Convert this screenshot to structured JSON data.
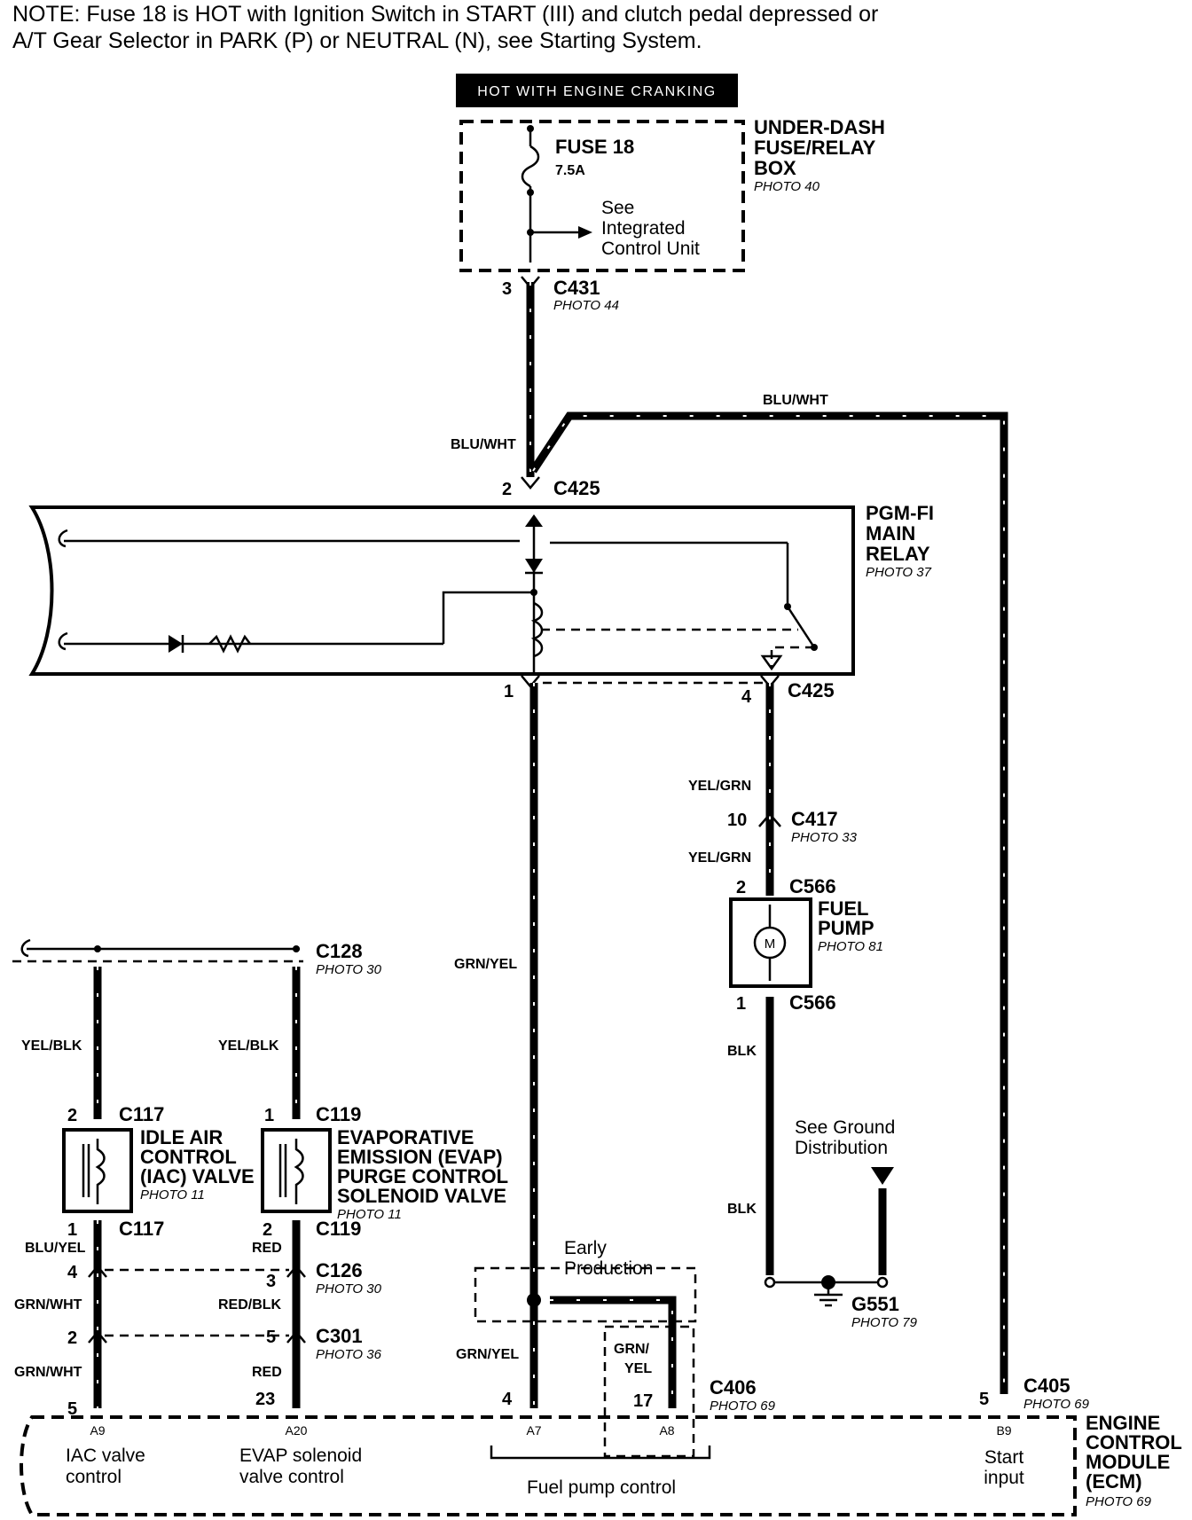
{
  "note": {
    "line1": "NOTE: Fuse 18 is HOT with Ignition Switch in START (III) and clutch pedal depressed or",
    "line2": "A/T Gear Selector in PARK (P) or NEUTRAL (N), see Starting System."
  },
  "header": "HOT WITH ENGINE CRANKING",
  "fuse_box": {
    "name": [
      "UNDER-DASH",
      "FUSE/RELAY",
      "BOX"
    ],
    "photo": "PHOTO 40",
    "fuse_label": "FUSE 18",
    "fuse_rating": "7.5A",
    "see_text": [
      "See",
      "Integrated",
      "Control Unit"
    ]
  },
  "c431": {
    "pin": "3",
    "name": "C431",
    "photo": "PHOTO 44"
  },
  "wire_blu_wht_1": "BLU/WHT",
  "wire_blu_wht_2": "BLU/WHT",
  "c425_top": {
    "pin": "2",
    "name": "C425"
  },
  "main_relay": {
    "name": [
      "PGM-FI",
      "MAIN",
      "RELAY"
    ],
    "photo": "PHOTO 37"
  },
  "c425_bottom": {
    "pin_left": "1",
    "pin_right": "4",
    "name": "C425"
  },
  "wire_yel_grn_1": "YEL/GRN",
  "c417": {
    "pin": "10",
    "name": "C417",
    "photo": "PHOTO 33"
  },
  "wire_yel_grn_2": "YEL/GRN",
  "c566_top": {
    "pin": "2",
    "name": "C566"
  },
  "fuel_pump": {
    "name": [
      "FUEL",
      "PUMP"
    ],
    "photo": "PHOTO 81",
    "motor_symbol": "M"
  },
  "c566_bottom": {
    "pin": "1",
    "name": "C566"
  },
  "wire_blk_1": "BLK",
  "ground_see": [
    "See Ground",
    "Distribution"
  ],
  "wire_blk_2": "BLK",
  "g551": {
    "name": "G551",
    "photo": "PHOTO 79"
  },
  "c128": {
    "name": "C128",
    "photo": "PHOTO 30"
  },
  "wire_grn_yel_main": "GRN/YEL",
  "wire_yel_blk_left": "YEL/BLK",
  "wire_yel_blk_right": "YEL/BLK",
  "c117_top": {
    "pin": "2",
    "name": "C117"
  },
  "iac_valve": {
    "name": [
      "IDLE AIR",
      "CONTROL",
      "(IAC) VALVE"
    ],
    "photo": "PHOTO 11"
  },
  "c119_top": {
    "pin": "1",
    "name": "C119"
  },
  "evap_valve": {
    "name": [
      "EVAPORATIVE",
      "EMISSION (EVAP)",
      "PURGE CONTROL",
      "SOLENOID VALVE"
    ],
    "photo": "PHOTO 11"
  },
  "c117_bottom": {
    "pin": "1",
    "name": "C117"
  },
  "c119_bottom": {
    "pin": "2",
    "name": "C119"
  },
  "wire_blu_yel": "BLU/YEL",
  "wire_red_1": "RED",
  "c126": {
    "pin_left": "4",
    "pin_right": "3",
    "name": "C126",
    "photo": "PHOTO 30"
  },
  "wire_grn_wht_1": "GRN/WHT",
  "wire_red_blk": "RED/BLK",
  "c301": {
    "pin_left": "2",
    "pin_right": "5",
    "name": "C301",
    "photo": "PHOTO 36"
  },
  "wire_grn_wht_2": "GRN/WHT",
  "wire_red_2": "RED",
  "early_production": [
    "Early",
    "Production"
  ],
  "wire_grn_yel_2": "GRN/YEL",
  "wire_grn_yel_3": [
    "GRN/",
    "YEL"
  ],
  "c406": {
    "name": "C406",
    "photo": "PHOTO 69"
  },
  "c405": {
    "name": "C405",
    "photo": "PHOTO 69"
  },
  "ecm_pins": {
    "p5": "5",
    "p23": "23",
    "p4": "4",
    "p17": "17",
    "p5r": "5"
  },
  "ecm": {
    "name": [
      "ENGINE",
      "CONTROL",
      "MODULE",
      "(ECM)"
    ],
    "photo": "PHOTO 69",
    "terminals": {
      "a9": "A9",
      "a20": "A20",
      "a7": "A7",
      "a8": "A8",
      "b9": "B9"
    },
    "iac_control": [
      "IAC valve",
      "control"
    ],
    "evap_control": [
      "EVAP solenoid",
      "valve control"
    ],
    "fuel_pump_control": "Fuel pump control",
    "start_input": [
      "Start",
      "input"
    ]
  }
}
